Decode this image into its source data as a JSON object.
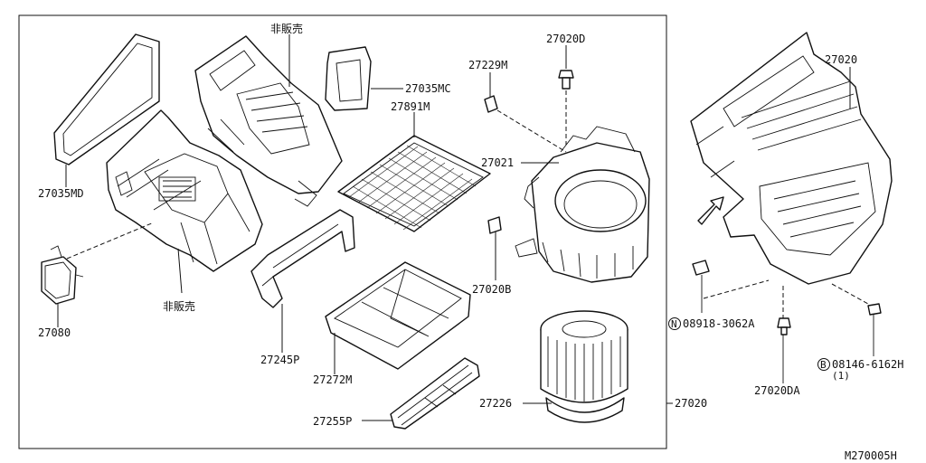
{
  "labels": {
    "p27035MD": "27035MD",
    "hibai_top": "非販売",
    "p27035MC": "27035MC",
    "p27891M": "27891M",
    "p27229M": "27229M",
    "p27020D": "27020D",
    "p27021": "27021",
    "p27020B": "27020B",
    "p27080": "27080",
    "hibai_bottom": "非販売",
    "p27245P": "27245P",
    "p27272M": "27272M",
    "p27255P": "27255P",
    "p27226": "27226",
    "p27020_right": "27020",
    "p27020_assy": "27020",
    "n08918": "08918-3062A",
    "n08918_prefix": "N",
    "b08146": "08146-6162H",
    "b08146_prefix": "B",
    "b08146_qty": "(1)",
    "p27020DA": "27020DA",
    "diagram_code": "M270005H"
  }
}
